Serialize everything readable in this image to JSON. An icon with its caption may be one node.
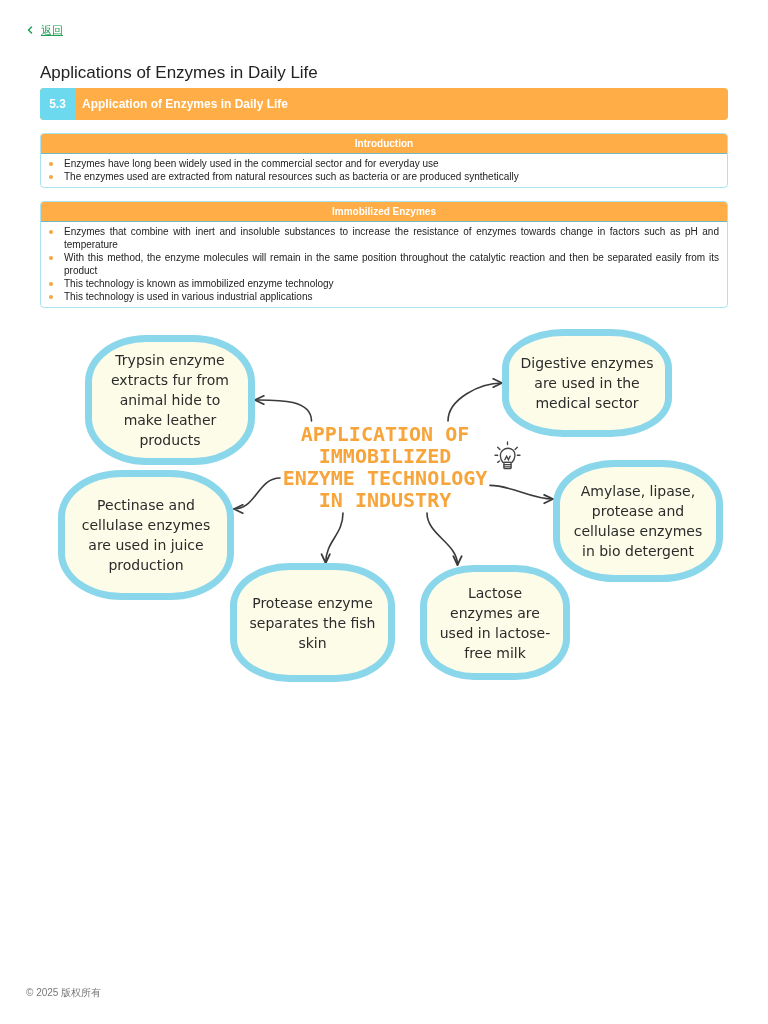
{
  "diagram": {
    "title": "Applications of Enzymes in Daily Life",
    "nodes": [
      {
        "text": [
          "5.3",
          "Application of Enzymes in Daily Life"
        ]
      },
      {
        "text": [
          "Introduction",
          "Enzymes have long been widely used in the commercial sector and for everyday use",
          "The enzymes used are extracted from natural resources such as bacteria or are produced synthetically"
        ]
      },
      {
        "text": [
          "Immobilized Enzymes",
          "Enzymes that combine with inert and insoluble substances to increase the resistance of enzymes towards change in factors such as pH and temperature",
          "With this method, the enzyme molecules will remain in the same position throughout the catalytic reaction and then be separated easily from its product",
          "This technology is known as immobilized enzyme technology",
          "This technology is used in various industrial applications"
        ]
      },
      {
        "text": [
          "APPLICATION OF IMMOBILIZED ENZYME TECHNOLOGY IN INDUSTRY"
        ]
      },
      {
        "text": [
          "Trypsin enzyme extracts fur from animal hide to make leather products"
        ]
      },
      {
        "text": [
          "Digestive enzymes are used in the medical sector"
        ]
      },
      {
        "text": [
          "Pectinase and cellulase enzymes are used in juice production"
        ]
      },
      {
        "text": [
          "Amylase, lipase, protease and cellulase enzymes in bio detergent"
        ]
      },
      {
        "text": [
          "Protease enzyme separates the fish skin"
        ]
      },
      {
        "text": [
          "Lactose enzymes are used in lactose-free milk"
        ]
      }
    ],
    "edges": [
      {
        "from": 3,
        "to": 4,
        "arrow": "to"
      },
      {
        "from": 3,
        "to": 5,
        "arrow": "to"
      },
      {
        "from": 3,
        "to": 6,
        "arrow": "to"
      },
      {
        "from": 3,
        "to": 7,
        "arrow": "to"
      },
      {
        "from": 3,
        "to": 8,
        "arrow": "to"
      },
      {
        "from": 3,
        "to": 9,
        "arrow": "to"
      }
    ],
    "labels": [
      "返回",
      "© 2025 版权所有"
    ]
  }
}
